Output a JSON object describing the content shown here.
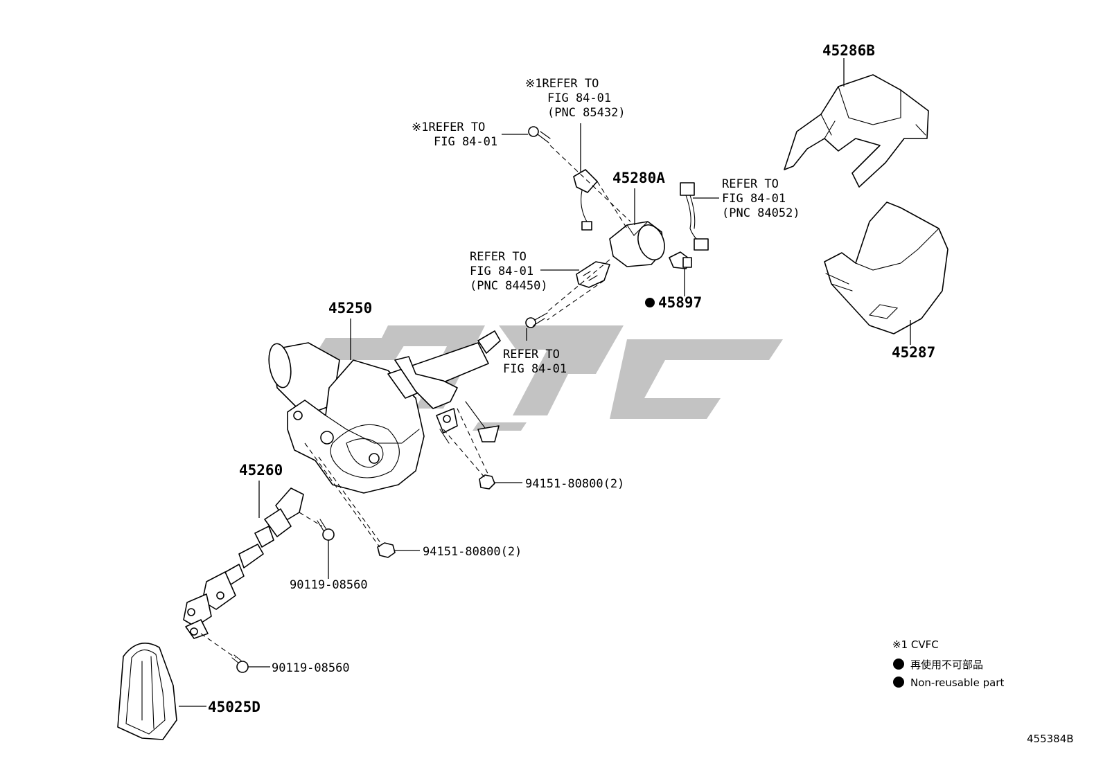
{
  "labels": {
    "p45286b": "45286B",
    "p45280a": "45280A",
    "p45250": "45250",
    "p45897": "45897",
    "p45287": "45287",
    "p45260": "45260",
    "p45025d": "45025D",
    "b94151a": "94151-80800(2)",
    "b94151b": "94151-80800(2)",
    "b90119a": "90119-08560",
    "b90119b": "90119-08560",
    "ref1_l1": "※1REFER TO",
    "ref1_l2": "FIG 84-01",
    "ref1_l3": "(PNC 85432)",
    "ref2_l1": "※1REFER TO",
    "ref2_l2": "FIG 84-01",
    "ref3_l1": "REFER TO",
    "ref3_l2": "FIG 84-01",
    "ref3_l3": "(PNC 84052)",
    "ref4_l1": "REFER TO",
    "ref4_l2": "FIG 84-01",
    "ref4_l3": "(PNC 84450)",
    "ref5_l1": "REFER TO",
    "ref5_l2": "FIG 84-01"
  },
  "legend": {
    "cvfc": "※1 CVFC",
    "jp": "再使用不可部品",
    "en": "Non-reusable part"
  },
  "figure_id": "455384B"
}
